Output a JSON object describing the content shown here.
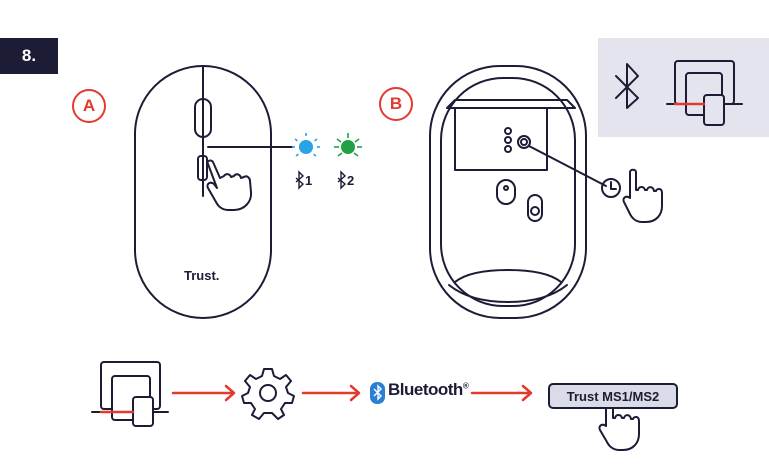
{
  "step": {
    "number": "8."
  },
  "labels": {
    "a": "A",
    "b": "B"
  },
  "mouse": {
    "brand": "Trust."
  },
  "leds": [
    {
      "channel": "1",
      "color": "#2aa3e6"
    },
    {
      "channel": "2",
      "color": "#22a046"
    }
  ],
  "flow": {
    "bluetooth_label": "Bluetooth",
    "bluetooth_mark": "®",
    "device_name": "Trust MS1/MS2"
  },
  "icons": {
    "bluetooth": "bluetooth-icon",
    "devices": "devices-icon",
    "settings": "gear-icon",
    "clock": "clock-icon",
    "hand": "pointing-hand-icon"
  },
  "colors": {
    "dark": "#1c1c36",
    "accent": "#e23a2e",
    "panel": "#e4e4ee"
  }
}
